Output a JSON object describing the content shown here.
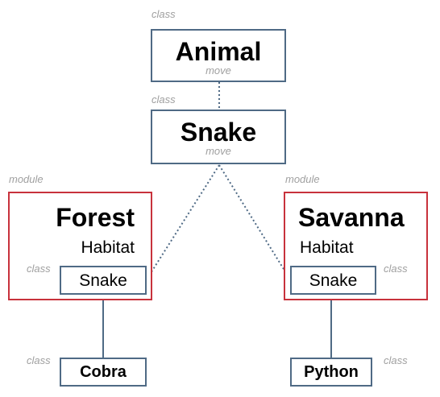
{
  "nodes": {
    "animal": {
      "tag": "class",
      "name": "Animal",
      "method": "move"
    },
    "snake": {
      "tag": "class",
      "name": "Snake",
      "method": "move"
    },
    "forest": {
      "tag": "module",
      "name": "Forest",
      "subtitle": "Habitat",
      "inner_tag": "class",
      "inner_name": "Snake"
    },
    "savanna": {
      "tag": "module",
      "name": "Savanna",
      "subtitle": "Habitat",
      "inner_tag": "class",
      "inner_name": "Snake"
    },
    "cobra": {
      "tag": "class",
      "name": "Cobra"
    },
    "python": {
      "tag": "class",
      "name": "Python"
    }
  },
  "colors": {
    "class_border": "#4f6a85",
    "module_border": "#c8323c",
    "tag_text": "#a0a0a0"
  }
}
